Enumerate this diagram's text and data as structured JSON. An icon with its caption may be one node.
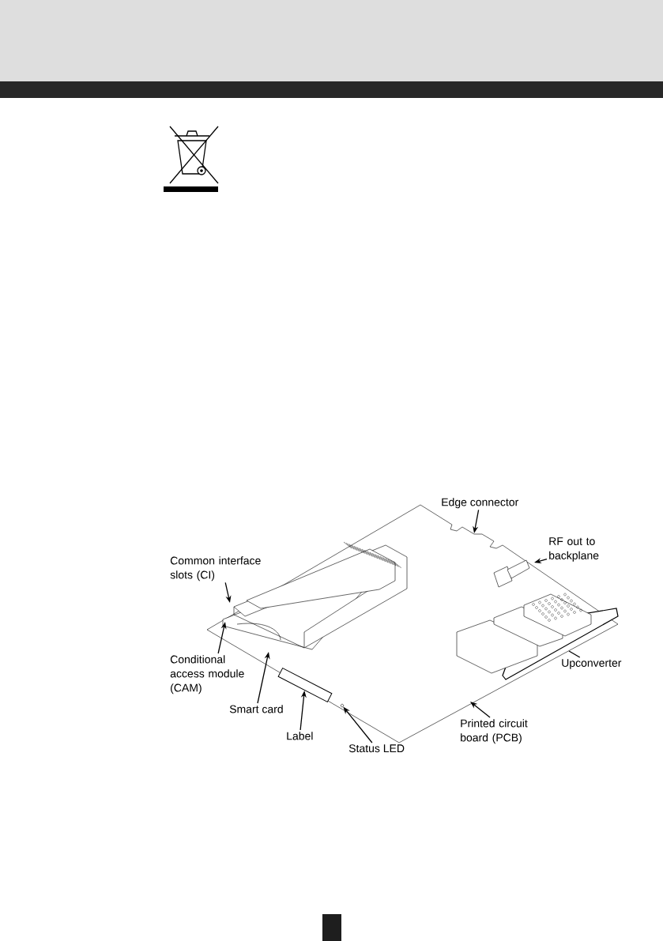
{
  "diagram": {
    "nodes": [
      {
        "text": [
          "Edge connector"
        ]
      },
      {
        "text": [
          "Common interface slots (CI)"
        ]
      },
      {
        "text": [
          "RF out to backplane"
        ]
      },
      {
        "text": [
          "Conditional access module (CAM)"
        ]
      },
      {
        "text": [
          "Upconverter"
        ]
      },
      {
        "text": [
          "Smart card"
        ]
      },
      {
        "text": [
          "Label"
        ]
      },
      {
        "text": [
          "Printed circuit board (PCB)"
        ]
      },
      {
        "text": [
          "Status LED"
        ]
      },
      {
        "text": [],
        "shape": "box"
      },
      {
        "text": [],
        "shape": "circle"
      }
    ],
    "edges": [
      {
        "from": 0,
        "to": null,
        "arrow": "to"
      },
      {
        "from": 1,
        "to": null,
        "arrow": "to"
      },
      {
        "from": 2,
        "to": null,
        "arrow": "to"
      },
      {
        "from": 3,
        "to": null,
        "arrow": "to"
      },
      {
        "from": 4,
        "to": null,
        "arrow": "none"
      },
      {
        "from": 5,
        "to": null,
        "arrow": "to"
      },
      {
        "from": 6,
        "to": 9,
        "arrow": "to"
      },
      {
        "from": 7,
        "to": null,
        "arrow": "to"
      },
      {
        "from": 8,
        "to": 10,
        "arrow": "to"
      }
    ]
  }
}
